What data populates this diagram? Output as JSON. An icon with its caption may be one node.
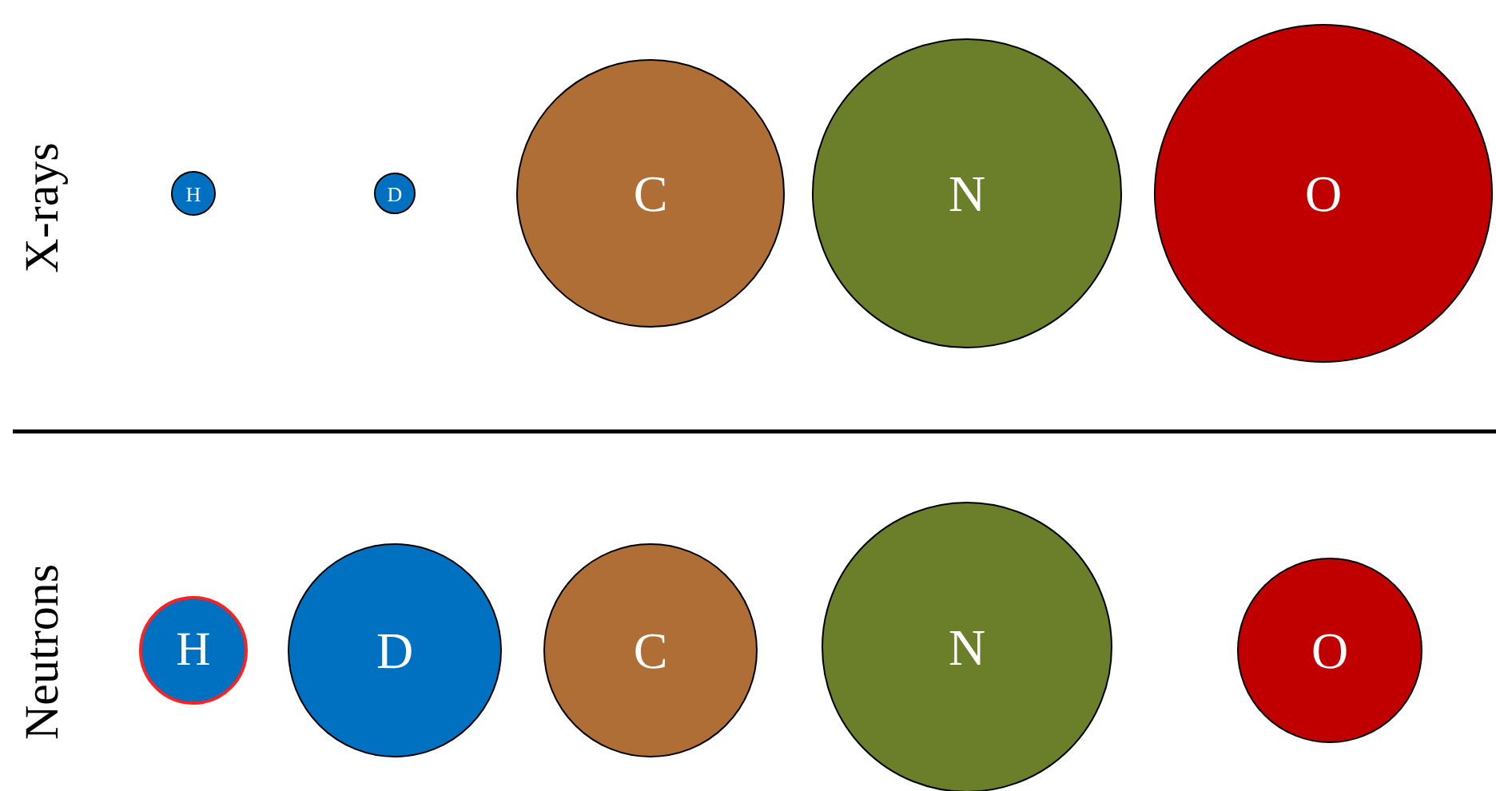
{
  "diagram": {
    "nodes": [
      {
        "text": [
          "H"
        ]
      },
      {
        "text": [
          "D"
        ]
      },
      {
        "text": [
          "C"
        ]
      },
      {
        "text": [
          "N"
        ]
      },
      {
        "text": [
          "O"
        ]
      },
      {
        "text": [
          "H"
        ]
      },
      {
        "text": [
          "D"
        ]
      },
      {
        "text": [
          "C"
        ]
      },
      {
        "text": [
          "N"
        ]
      },
      {
        "text": [
          "O"
        ]
      }
    ],
    "labels": [
      "X-rays",
      "Neutrons"
    ]
  }
}
